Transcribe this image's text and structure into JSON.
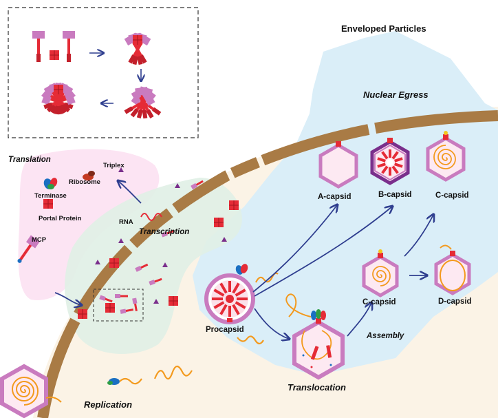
{
  "labels": {
    "enveloped_particles": "Enveloped Particles",
    "nuclear_egress": "Nuclear Egress",
    "translation": "Translation",
    "triplex": "Triplex",
    "ribosome": "Ribosome",
    "terminase": "Terminase",
    "portal_protein": "Portal Protein",
    "mcp": "MCP",
    "rna": "RNA",
    "transcription": "Transcription",
    "a_capsid": "A-capsid",
    "b_capsid": "B-capsid",
    "c_capsid": "C-capsid",
    "d_capsid": "D-capsid",
    "procapsid": "Procapsid",
    "assembly": "Assembly",
    "translocation": "Translocation",
    "replication": "Replication"
  },
  "colors": {
    "nucleus": "#daeef8",
    "cytoplasm": "#fbf3e6",
    "translation_region": "#fce4f3",
    "transcription_region": "#e0f0e6",
    "membrane": "#a97b45",
    "capsid_shell": "#c97bbf",
    "protein_red": "#e52b36",
    "dna": "#f39a1e",
    "arrow": "#2f3e8f"
  }
}
